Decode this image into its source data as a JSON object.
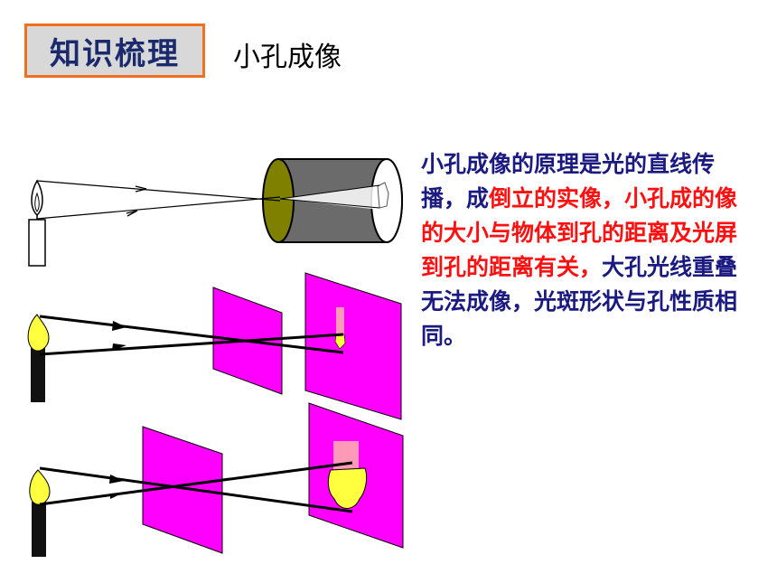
{
  "header": {
    "tag": "知识梳理",
    "title": "小孔成像"
  },
  "explanation": {
    "p1": "小孔成像的原理是光的直线传播，成",
    "p2": "倒立的实像，小孔成的像的大小与物体到孔的距离及光屏到孔的距离有关，",
    "p3": "大孔光线重叠无法成像，光斑形状与孔性质相同。"
  },
  "colors": {
    "screen": "#ff00ff",
    "image_pink": "#ff99b8",
    "flame": "#ffff40",
    "tube": "#6b6b6b",
    "title_box_border": "#f07020"
  }
}
